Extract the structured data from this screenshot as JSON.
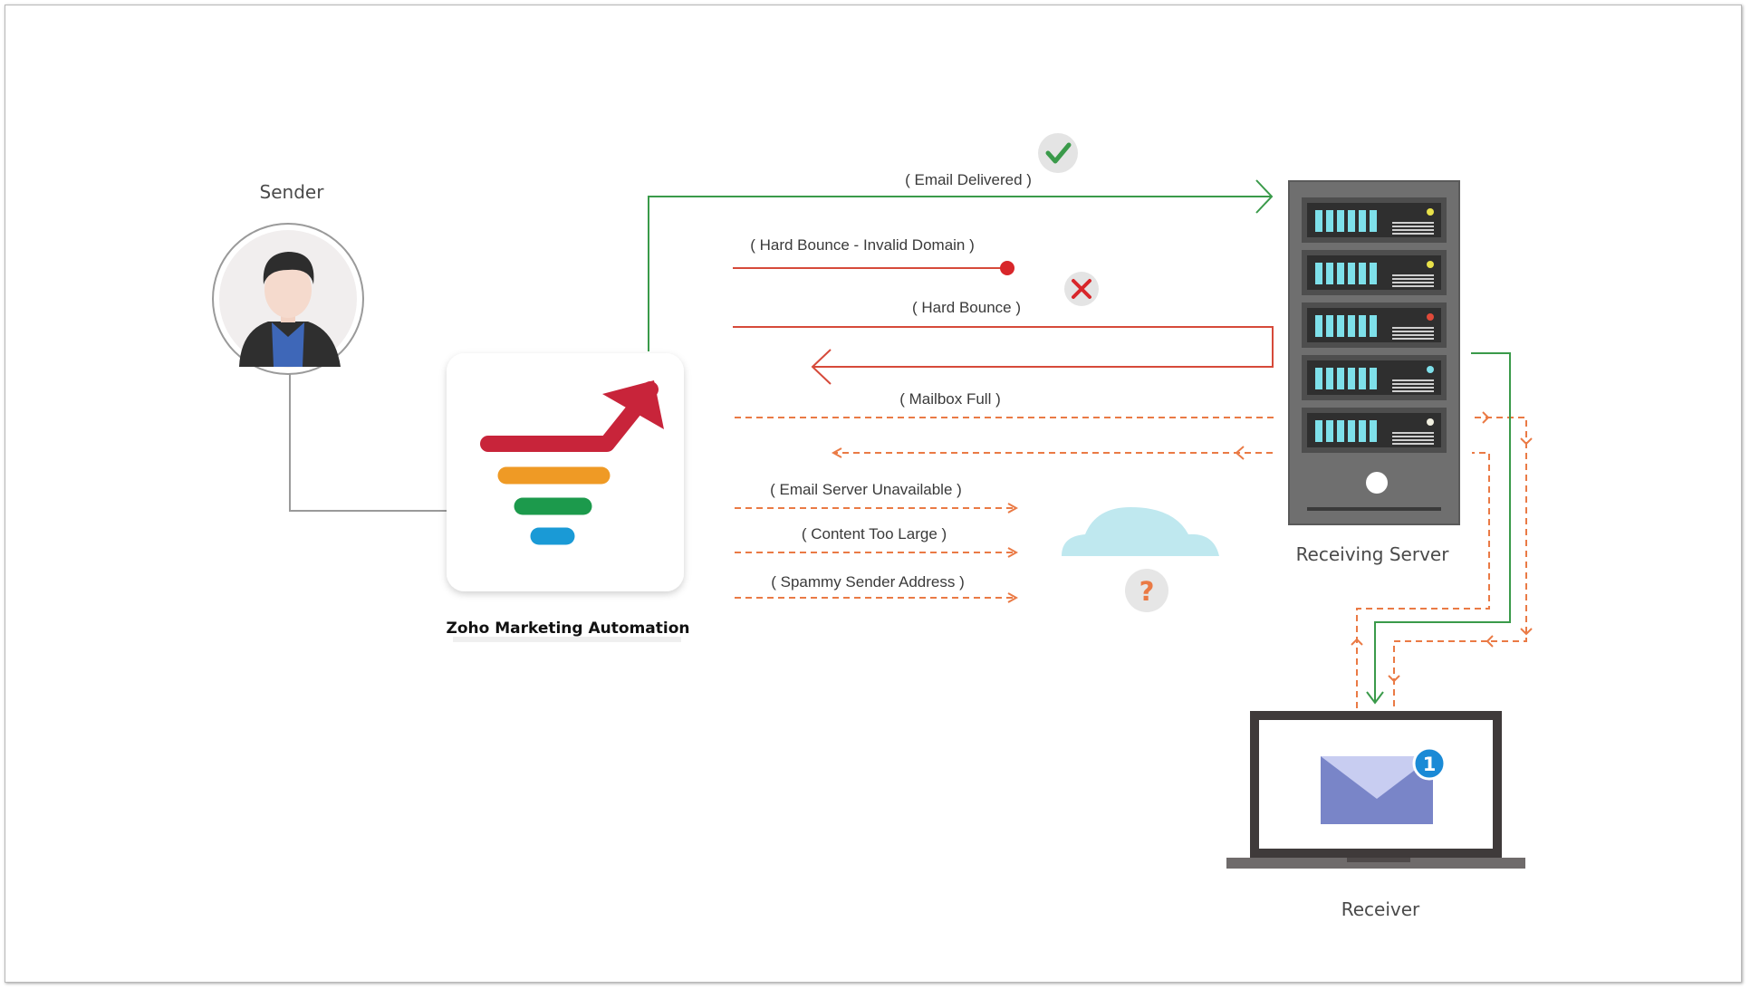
{
  "nodes": {
    "sender": "Sender",
    "platform": "Zoho Marketing Automation",
    "server": "Receiving Server",
    "receiver": "Receiver"
  },
  "flows": {
    "delivered": "( Email Delivered )",
    "invalid_domain": "( Hard Bounce - Invalid Domain )",
    "hard_bounce": "( Hard Bounce )",
    "mailbox_full": "( Mailbox Full )",
    "server_unavailable": "( Email Server Unavailable )",
    "content_large": "( Content Too Large )",
    "spammy": "( Spammy Sender Address )"
  },
  "badges": {
    "notification_count": "1",
    "unknown": "?"
  },
  "icons": {
    "success": "check-icon",
    "failure": "cross-icon",
    "unknown": "question-icon"
  },
  "colors": {
    "delivered": "#3a9a4a",
    "bounce": "#d64a3a",
    "soft_bounce": "#ea7a45",
    "logo_red": "#c8243a",
    "logo_orange": "#ef9a25",
    "logo_green": "#1c9a4c",
    "logo_blue": "#1a9ad6",
    "server_body": "#6f6f6f",
    "server_disk": "#7ee0ea",
    "envelope": "#7985c8",
    "cloud": "#bfe8ef"
  }
}
